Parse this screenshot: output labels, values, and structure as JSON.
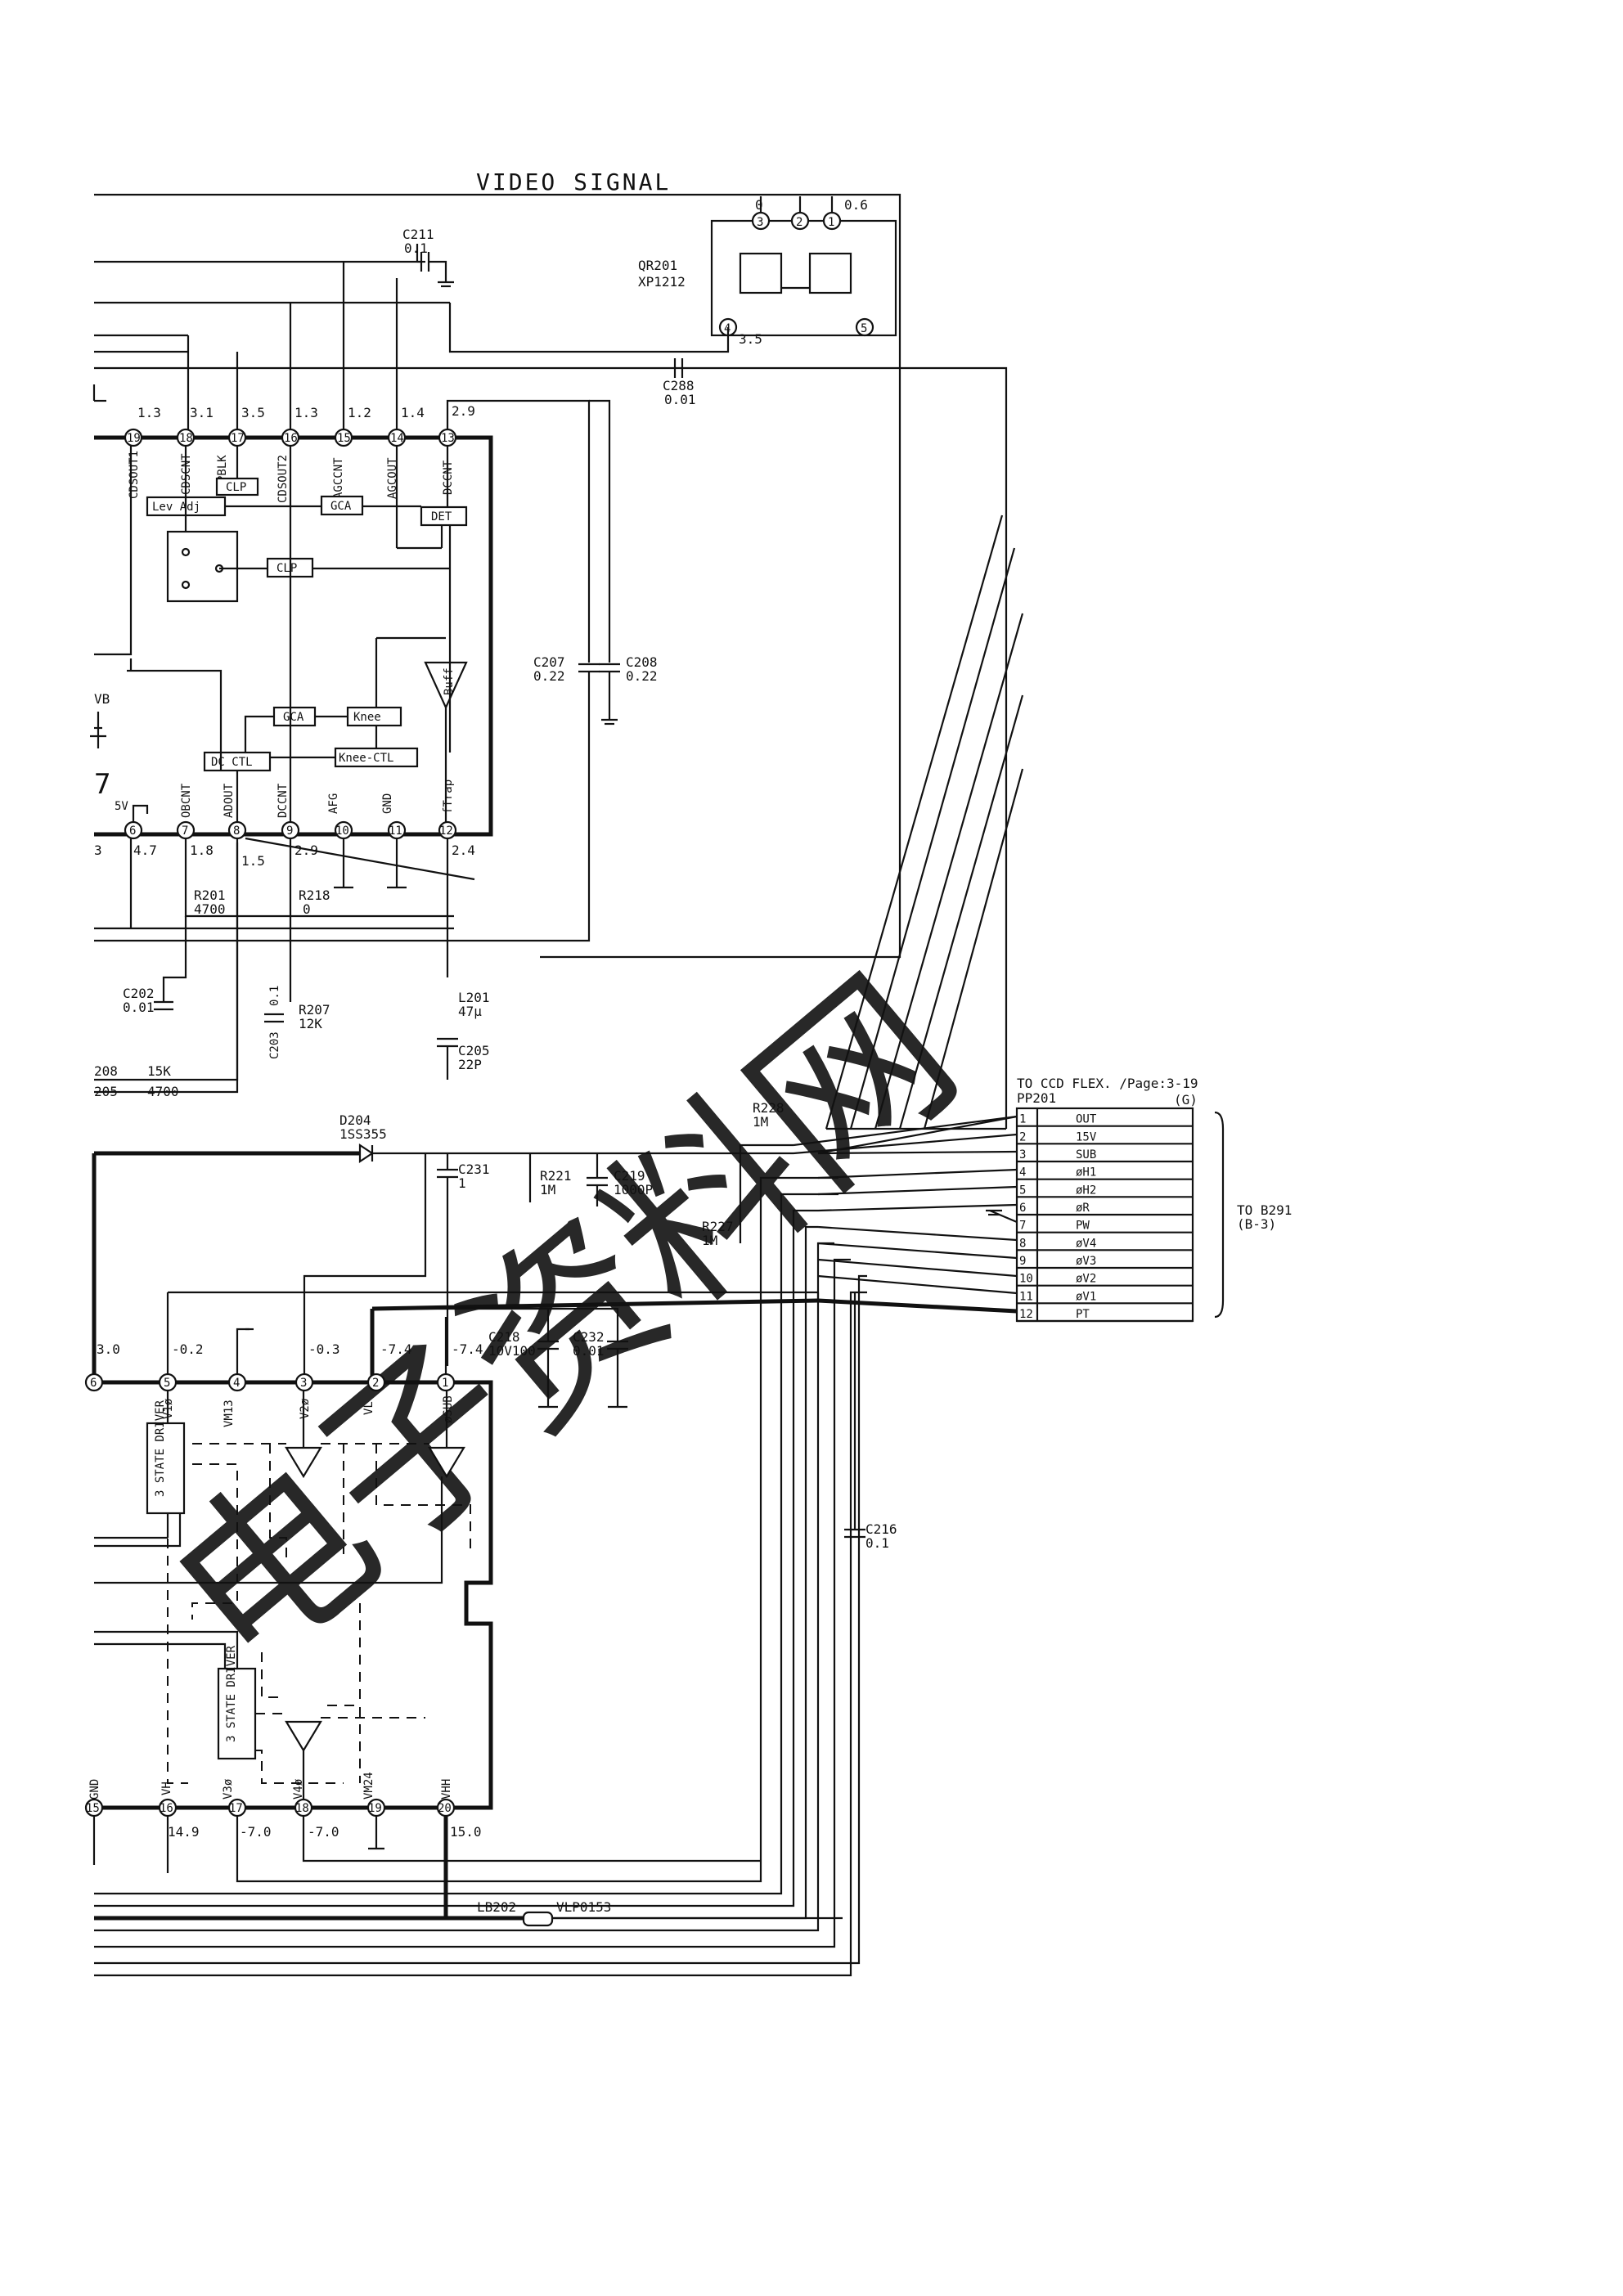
{
  "title": "VIDEO SIGNAL",
  "transistor": {
    "ref": "QR201",
    "part": "XP1212",
    "pins": [
      "3",
      "2",
      "1",
      "4",
      "5"
    ],
    "volt_left": "0",
    "volt_right": "0.6",
    "volt_bottom": "3.5"
  },
  "caps_top": [
    {
      "ref": "C211",
      "val": "0.1"
    },
    {
      "ref": "C288",
      "val": "0.01"
    },
    {
      "ref": "C207",
      "val": "0.22"
    },
    {
      "ref": "C208",
      "val": "0.22"
    }
  ],
  "ic1_top_pins": [
    {
      "num": "19",
      "name": "CDSOUT1",
      "volt": "1.3"
    },
    {
      "num": "18",
      "name": "CDSCNT",
      "volt": "3.1"
    },
    {
      "num": "17",
      "name": "PBLK",
      "volt": "3.5"
    },
    {
      "num": "16",
      "name": "CDSOUT2",
      "volt": "1.3"
    },
    {
      "num": "15",
      "name": "AGCCNT",
      "volt": "1.2"
    },
    {
      "num": "14",
      "name": "AGCOUT",
      "volt": "1.4"
    },
    {
      "num": "13",
      "name": "DCCNT",
      "volt": "2.9"
    }
  ],
  "ic1_blocks": [
    "CLP",
    "Lev Adj",
    "GCA",
    "DET",
    "CLP",
    "GCA",
    "Knee",
    "Knee-CTL",
    "DC CTL",
    "Buff"
  ],
  "ic1_bottom_pins": [
    {
      "num": "6",
      "name": "5V",
      "volt": "4.7"
    },
    {
      "num": "7",
      "name": "OBCNT",
      "volt": "1.8"
    },
    {
      "num": "8",
      "name": "ADOUT",
      "volt": "1.5"
    },
    {
      "num": "9",
      "name": "DCCNT",
      "volt": "2.9"
    },
    {
      "num": "10",
      "name": "AFG",
      "volt": ""
    },
    {
      "num": "11",
      "name": "GND",
      "volt": ""
    },
    {
      "num": "12",
      "name": "fTrap",
      "volt": "2.4"
    }
  ],
  "ic1_misc": {
    "left_volt": "3",
    "vb": "VB",
    "ic_num": "7"
  },
  "resistors_mid": [
    {
      "ref": "R201",
      "val": "4700"
    },
    {
      "ref": "R218",
      "val": "0"
    },
    {
      "ref": "R207",
      "val": "12K"
    },
    {
      "ref": "208",
      "val": "15K"
    },
    {
      "ref": "205",
      "val": "4700"
    }
  ],
  "caps_mid": [
    {
      "ref": "C202",
      "val": "0.01"
    },
    {
      "ref": "C203",
      "val": "0.1"
    },
    {
      "ref": "C205",
      "val": "22P"
    }
  ],
  "inductor": {
    "ref": "L201",
    "val": "47µ"
  },
  "diode": {
    "ref": "D204",
    "val": "1SS355"
  },
  "parts_low": [
    {
      "ref": "C231",
      "val": "1"
    },
    {
      "ref": "R221",
      "val": "1M"
    },
    {
      "ref": "C219",
      "val": "1000P"
    },
    {
      "ref": "R228",
      "val": "1M"
    },
    {
      "ref": "R227",
      "val": "1M"
    },
    {
      "ref": "C218",
      "val": "10V100"
    },
    {
      "ref": "C232",
      "val": "0.01"
    },
    {
      "ref": "C216",
      "val": "0.1"
    }
  ],
  "connector": {
    "heading": "TO CCD FLEX. /Page:3-19",
    "ref": "PP201",
    "tag": "(G)",
    "dest": "TO B291",
    "dest_sub": "(B-3)",
    "pins": [
      {
        "num": "1",
        "name": "OUT"
      },
      {
        "num": "2",
        "name": "15V"
      },
      {
        "num": "3",
        "name": "SUB"
      },
      {
        "num": "4",
        "name": "øH1"
      },
      {
        "num": "5",
        "name": "øH2"
      },
      {
        "num": "6",
        "name": "øR"
      },
      {
        "num": "7",
        "name": "PW"
      },
      {
        "num": "8",
        "name": "øV4"
      },
      {
        "num": "9",
        "name": "øV3"
      },
      {
        "num": "10",
        "name": "øV2"
      },
      {
        "num": "11",
        "name": "øV1"
      },
      {
        "num": "12",
        "name": "PT"
      }
    ]
  },
  "ic2_top_pins": [
    {
      "num": "6",
      "name": "",
      "volt": "3.0"
    },
    {
      "num": "5",
      "name": "V1ø",
      "volt": "-0.2"
    },
    {
      "num": "4",
      "name": "VM13",
      "volt": ""
    },
    {
      "num": "3",
      "name": "V2ø",
      "volt": "-0.3"
    },
    {
      "num": "2",
      "name": "VL",
      "volt": "-7.4"
    },
    {
      "num": "1",
      "name": "øSUB",
      "volt": "-7.4"
    }
  ],
  "ic2_bottom_pins": [
    {
      "num": "15",
      "name": "GND",
      "volt": ""
    },
    {
      "num": "16",
      "name": "VH",
      "volt": "14.9"
    },
    {
      "num": "17",
      "name": "V3ø",
      "volt": "-7.0"
    },
    {
      "num": "18",
      "name": "V4ø",
      "volt": "-7.0"
    },
    {
      "num": "19",
      "name": "VM24",
      "volt": ""
    },
    {
      "num": "20",
      "name": "VHH",
      "volt": "15.0"
    }
  ],
  "driver_label": "3 STATE DRIVER",
  "lb202": {
    "ref": "LB202",
    "part": "VLP0153"
  }
}
